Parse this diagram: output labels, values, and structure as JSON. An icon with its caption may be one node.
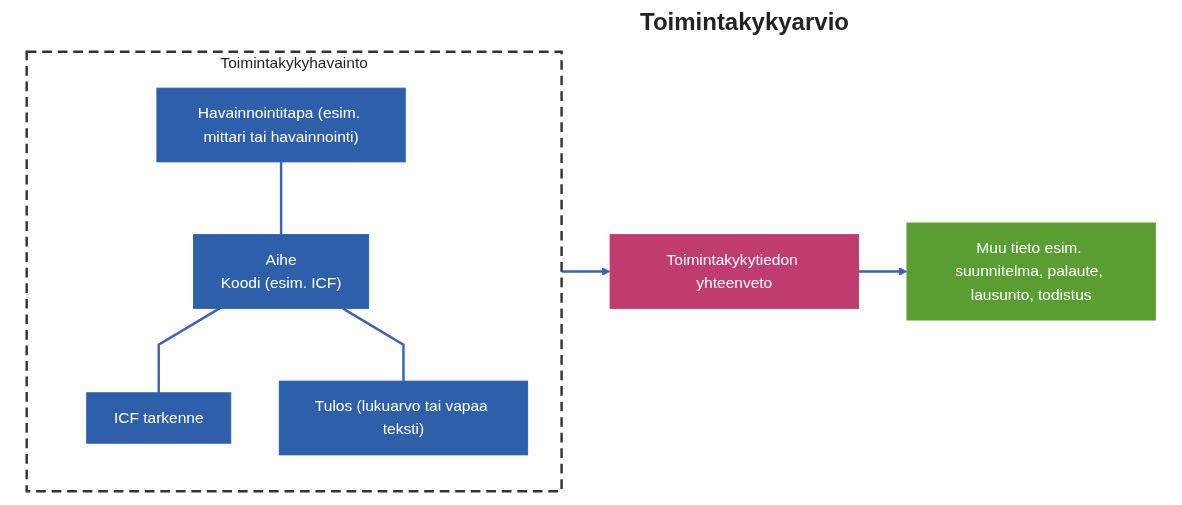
{
  "diagram": {
    "title": "Toimintakykyarvio",
    "nodes": [
      {
        "text": [
          "Toimintakykyhavainto"
        ]
      },
      {
        "text": [
          "Havainnointitapa (esim. mittari tai havainnointi)"
        ],
        "in": 0
      },
      {
        "text": [
          "Aihe",
          "Koodi (esim. ICF)"
        ],
        "in": 0
      },
      {
        "text": [
          "ICF tarkenne"
        ],
        "in": 0
      },
      {
        "text": [
          "Tulos (lukuarvo tai vapaa teksti)"
        ],
        "in": 0
      },
      {
        "text": [
          "Toimintakykytiedon yhteenveto"
        ]
      },
      {
        "text": [
          "Muu tieto esim. suunnitelma, palaute, lausunto, todistus"
        ]
      }
    ],
    "edges": [
      {
        "from": 1,
        "to": 2,
        "arrow": "none"
      },
      {
        "from": 2,
        "to": 3,
        "arrow": "none"
      },
      {
        "from": 2,
        "to": 4,
        "arrow": "none"
      },
      {
        "from": 0,
        "to": 5,
        "arrow": "to"
      },
      {
        "from": 5,
        "to": 6,
        "arrow": "to"
      }
    ]
  }
}
